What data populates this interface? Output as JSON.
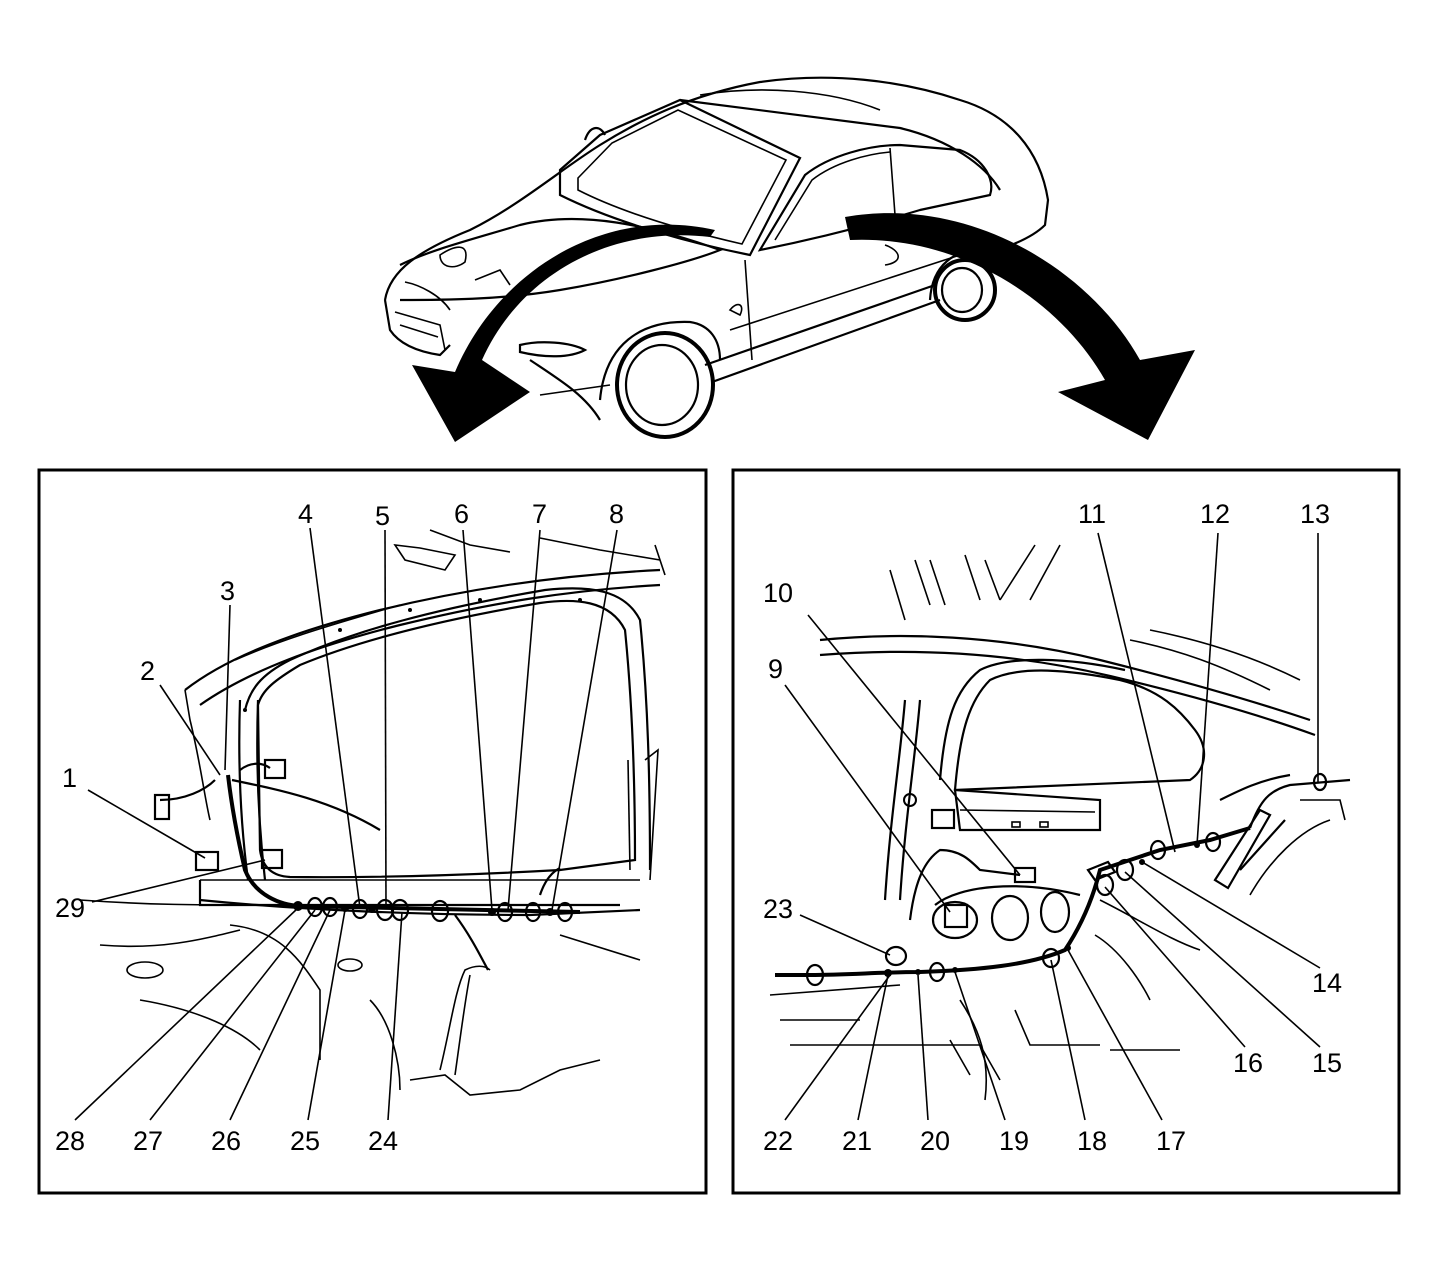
{
  "callouts": {
    "c1": "1",
    "c2": "2",
    "c3": "3",
    "c4": "4",
    "c5": "5",
    "c6": "6",
    "c7": "7",
    "c8": "8",
    "c9": "9",
    "c10": "10",
    "c11": "11",
    "c12": "12",
    "c13": "13",
    "c14": "14",
    "c15": "15",
    "c16": "16",
    "c17": "17",
    "c18": "18",
    "c19": "19",
    "c20": "20",
    "c21": "21",
    "c22": "22",
    "c23": "23",
    "c24": "24",
    "c25": "25",
    "c26": "26",
    "c27": "27",
    "c28": "28",
    "c29": "29"
  },
  "colors": {
    "line": "#000000",
    "background": "#ffffff"
  }
}
